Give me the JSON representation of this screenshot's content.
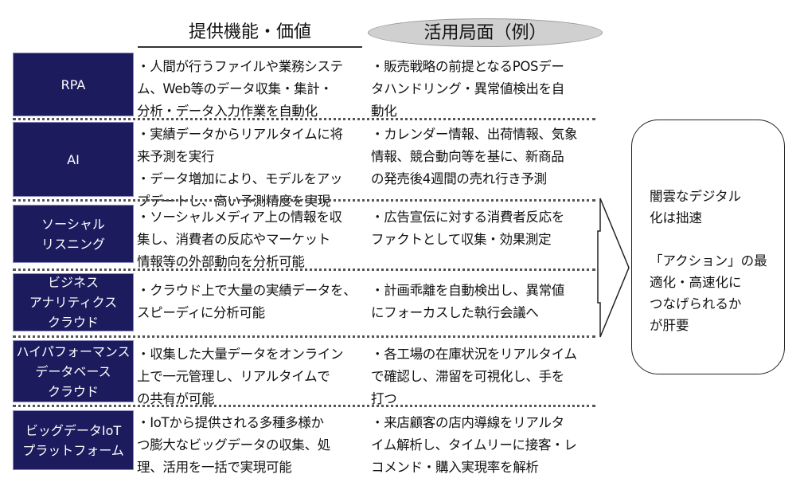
{
  "headers": {
    "features": "提供機能・価値",
    "use_cases": "活用局面（例）"
  },
  "rows": [
    {
      "label": "RPA",
      "features": "・人間が行うファイルや業務システ\nム、Web等のデータ収集・集計・\n分析・データ入力作業を自動化",
      "use_case": "・販売戦略の前提となるPOSデー\nタハンドリング・異常値検出を自\n動化"
    },
    {
      "label": "AI",
      "features": "・実績データからリアルタイムに将\n来予測を実行\n・データ増加により、モデルをアッ\nプデートし、高い予測精度を実現",
      "use_case": "・カレンダー情報、出荷情報、気象\n情報、競合動向等を基に、新商品\nの発売後4週間の売れ行き予測"
    },
    {
      "label": "ソーシャル\nリスニング",
      "features": "・ソーシャルメディア上の情報を収\n集し、消費者の反応やマーケット\n情報等の外部動向を分析可能",
      "use_case": "・広告宣伝に対する消費者反応を\nファクトとして収集・効果測定"
    },
    {
      "label": "ビジネス\nアナリティクス\nクラウド",
      "features": "・クラウド上で大量の実績データを、\nスピーディに分析可能",
      "use_case": "・計画乖離を自動検出し、異常値\nにフォーカスした執行会議へ"
    },
    {
      "label": "ハイパフォーマンス\nデータベース\nクラウド",
      "features": "・収集した大量データをオンライン\n上で一元管理し、リアルタイムで\nの共有が可能",
      "use_case": "・各工場の在庫状況をリアルタイム\nで確認し、滞留を可視化し、手を\n打つ"
    },
    {
      "label": "ビッグデータIoT\nプラットフォーム",
      "features": "・IoTから提供される多種多様か\nつ膨大なビッグデータの収集、処\n理、活用を一括で実現可能",
      "use_case": "・来店顧客の店内導線をリアルタ\nイム解析し、タイムリーに接客・レ\nコメンド・購入実現率を解析"
    }
  ],
  "summary": "闇雲なデジタル\n化は拙速\n\n「アクション」の最\n適化・高速化に\nつなげられるか\nが肝要",
  "colors": {
    "label_bg": "#1b1b5e",
    "ellipse": "#d0d0d0"
  }
}
